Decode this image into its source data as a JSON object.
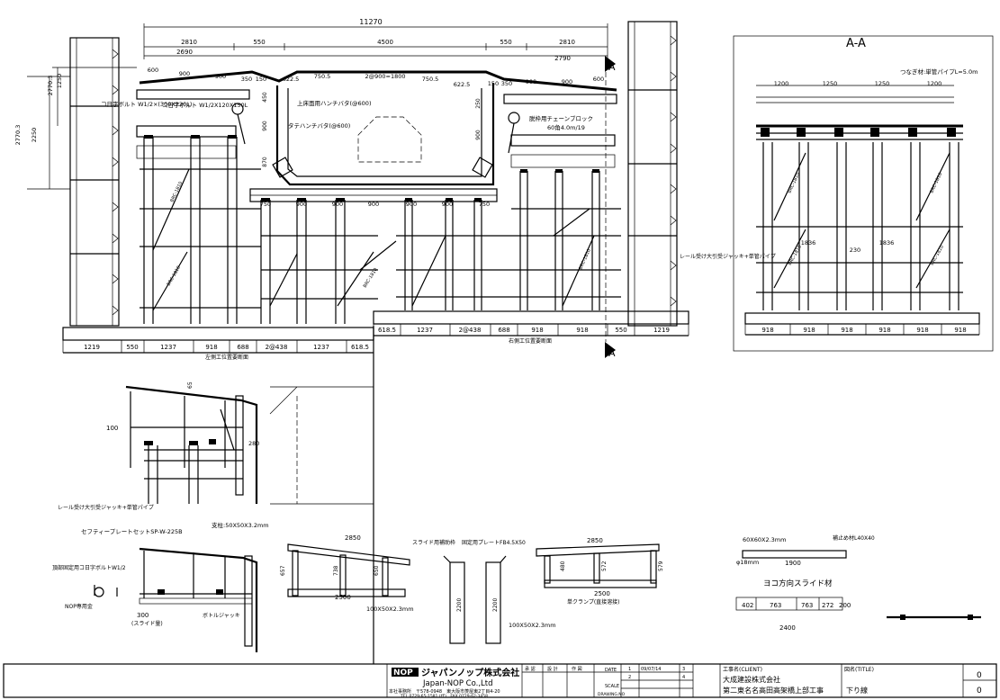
{
  "sheet": {
    "section_title": "A-A",
    "section_marker": "A"
  },
  "dims": {
    "overall": "11270",
    "upper": [
      "2810",
      "550",
      "4500",
      "550",
      "2810"
    ],
    "sub_left": "2690",
    "sub_right": "2790",
    "flange": [
      "600",
      "900",
      "900",
      "350",
      "150",
      "622.5",
      "750.5",
      "2@900=1800",
      "750.5",
      "622.5",
      "150",
      "350",
      "900",
      "900",
      "600"
    ],
    "bottom_slab": [
      "750",
      "900",
      "900",
      "900",
      "900",
      "900",
      "750"
    ],
    "base_left": [
      "1219",
      "550",
      "1237",
      "918",
      "688",
      "2@438",
      "1237",
      "618.5"
    ],
    "base_right": [
      "618.5",
      "1237",
      "2@438",
      "688",
      "918",
      "918",
      "550",
      "1219"
    ],
    "height_left": [
      "2770.3",
      "2250",
      "2770.3",
      "1250"
    ],
    "vertical": [
      "450",
      "900",
      "870",
      "900",
      "250"
    ],
    "aa_top": [
      "1200",
      "1250",
      "1250",
      "1200"
    ],
    "aa_mid": [
      "1836",
      "230",
      "1836"
    ],
    "aa_base": [
      "918",
      "918",
      "918",
      "918",
      "918",
      "918"
    ]
  },
  "labels": {
    "label_a": "コ日字ボルト W1/2×(300X220L)",
    "label_b": "コ日字ボルト W1/2X120X150L",
    "label_c": "上床面用ハンチバタ(@600)",
    "label_d": "タテハンチバタ(@600)",
    "label_e": "脱枠用チェーンブロック",
    "label_f": "60角4.0m/19",
    "label_g": "つなぎ材:単管パイプL=5.0m",
    "label_h": "レール受け大引受ジャッキ+単管パイプ",
    "label_i": "左側工位置要断面",
    "label_j": "右側工位置要断面",
    "brace": "BRC-1810"
  },
  "detail": {
    "dim_100": "100",
    "dim_65": "65",
    "dim_280": "280",
    "label": "レール受け大引受ジャッキ+単管パイプ"
  },
  "parts": {
    "p1_title": "セフティープレートセットSP-W-225B",
    "p1_clamp": "頂部固定用コ日字ボルトW1/2",
    "p1_note": "NOP専用金",
    "p1_300": "300",
    "p1_slide": "(スライド量)",
    "p1_jack": "ボトルジャッキ",
    "p2_title": "支柱:50X50X3.2mm",
    "p2_2850": "2850",
    "p2_657": "657",
    "p2_738": "738",
    "p2_650": "650",
    "p2_2500": "2500",
    "p2_pipe": "100X50X2.3mm",
    "p3_title": "スライド用補助枠",
    "p3_plate": "固定用プレートFB4.5X50",
    "p3_2200a": "2200",
    "p3_2200b": "2200",
    "p3_pipe": "100X50X2.3mm",
    "p4_2850": "2850",
    "p4_480": "480",
    "p4_572": "572",
    "p4_579": "579",
    "p4_2500": "2500",
    "p4_clamp": "単クランプ(直接溶接)",
    "p5_pipe": "60X60X2.3mm",
    "p5_angle": "補止め材L40X40",
    "p5_18": "φ18mm",
    "p5_1900": "1900",
    "p5_title": "ヨコ方向スライド材",
    "p5_402": "402",
    "p5_763a": "763",
    "p5_763b": "763",
    "p5_272": "272",
    "p5_200": "200",
    "p5_2400": "2400"
  },
  "titleblock": {
    "company_jp": "ジャパンノップ株式会社",
    "company_en": "Japan-NOP Co.,Ltd",
    "address": "本社事務所　〒578-0948　東大阪市菱屋東2丁目4-20",
    "tel": "TEL 0729-65-1581 (代)　FAX 0729-62-3458",
    "col1": "承 認",
    "col2": "設 計",
    "col3": "作 図",
    "date_label": "DATE",
    "date_value": "09/07/14",
    "rev1": "1",
    "rev2": "2",
    "rev3": "3",
    "rev4": "4",
    "scale_label": "SCALE",
    "drawing_label": "DRAWING.NO",
    "client_label": "工事名(CLIENT)",
    "client_line1": "大成建設株式会社",
    "client_line2": "第二東名名高田高架橋上部工事",
    "title_label": "図名(TITLE)",
    "title_value": "下り線",
    "sheet_num_top": "0",
    "sheet_num_bot": "0"
  }
}
